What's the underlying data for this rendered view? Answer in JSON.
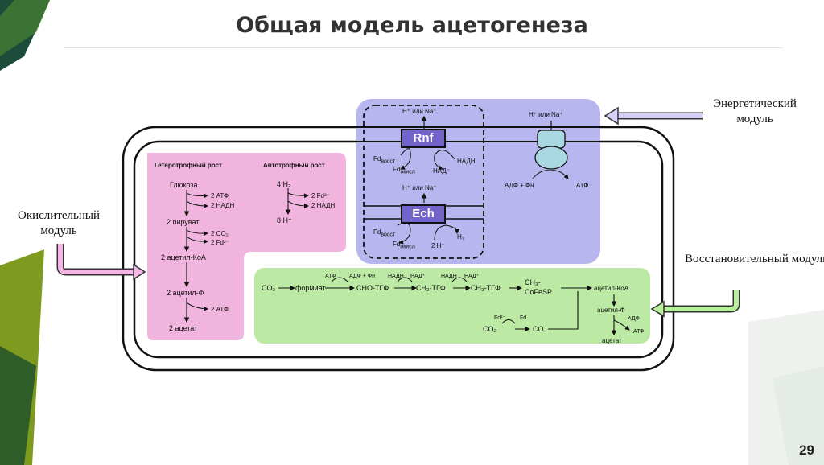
{
  "slide": {
    "title": "Общая модель ацетогенеза",
    "page_number": "29"
  },
  "labels": {
    "energy_module": "Энергетический модуль",
    "oxidative_module": "Окислительный модуль",
    "reductive_module": "Восстановительный модуль"
  },
  "pink": {
    "hetero_title": "Гетеротрофный рост",
    "auto_title": "Автотрофный рост",
    "glucose": "Глюкоза",
    "atp2a": "2 АТФ",
    "nadh2a": "2 НАДН",
    "pyruvate": "2 пируват",
    "co2": "2 CO₂",
    "fd2": "2 Fd²⁻",
    "acetylcoa": "2 ацетил-КоА",
    "acetylp": "2 ацетил-Ф",
    "atp2b": "2 АТФ",
    "acetate": "2 ацетат",
    "h2": "4 H₂",
    "fd2b": "2 Fd²⁻",
    "nadh2b": "2 НАДН",
    "h8": "8 H⁺"
  },
  "blue": {
    "top_ion": "H⁺ или Na⁺",
    "rnf": "Rnf",
    "fd_red": "Fd",
    "fd_red_sub": "восст",
    "fd_ox": "Fd",
    "fd_ox_sub": "окисл",
    "nadh": "НАДН",
    "nad": "НАД⁻",
    "mid_ion": "H⁺ или Na⁺",
    "ech": "Ech",
    "fd_red2": "Fd",
    "fd_red2_sub": "восст",
    "fd_ox2": "Fd",
    "fd_ox2_sub": "окисл",
    "h2": "H₂",
    "twoh": "2 H⁺",
    "atpase_ion": "H⁺ или Na⁺",
    "adp": "АДФ + Фн",
    "atp": "АТФ"
  },
  "green": {
    "co2": "CO₂",
    "formiat": "формиат",
    "cho": "CHO-ТГФ",
    "ch2": "CH₂-ТГФ",
    "ch3": "CH₃-ТГФ",
    "ch3co_a": "CH₃-",
    "ch3co_b": "CoFeSP",
    "atp": "АТФ",
    "adpfn": "АДФ + Фн",
    "nadh1": "НАДН",
    "nad1": "НАД⁺",
    "nadh2": "НАДН",
    "nad2": "НАД⁺",
    "fd2": "Fd²⁻",
    "fd": "Fd",
    "co2b": "CO₂",
    "co": "CO",
    "acetylcoa": "ацетил-КоА",
    "acetylp": "ацетил-Ф",
    "adp": "АДФ",
    "atp2": "АТФ",
    "acetate": "ацетат"
  }
}
